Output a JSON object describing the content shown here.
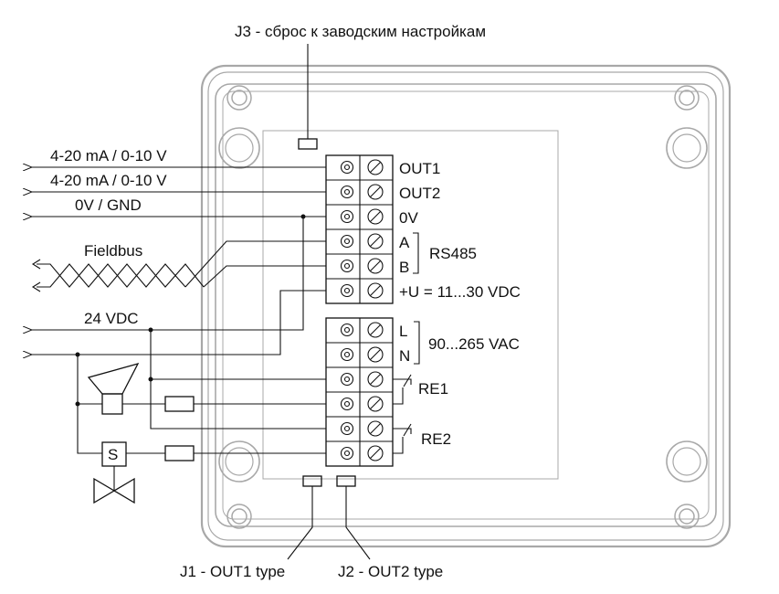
{
  "callouts": {
    "j3": "J3 - сброс к заводским настройкам",
    "j1": "J1 - OUT1 type",
    "j2": "J2 - OUT2 type"
  },
  "signals": {
    "out1_line": "4-20 mA / 0-10 V",
    "out2_line": "4-20 mA / 0-10 V",
    "gnd_line": "0V / GND",
    "fieldbus": "Fieldbus",
    "power_24": "24 VDC"
  },
  "terminals": {
    "out1": "OUT1",
    "out2": "OUT2",
    "zero_v": "0V",
    "a": "A",
    "b": "B",
    "rs485": "RS485",
    "supply": "+U = 11...30 VDC",
    "l": "L",
    "n": "N",
    "mains": "90...265 VAC",
    "re1": "RE1",
    "re2": "RE2"
  },
  "devices": {
    "valve_symbol": "S"
  }
}
